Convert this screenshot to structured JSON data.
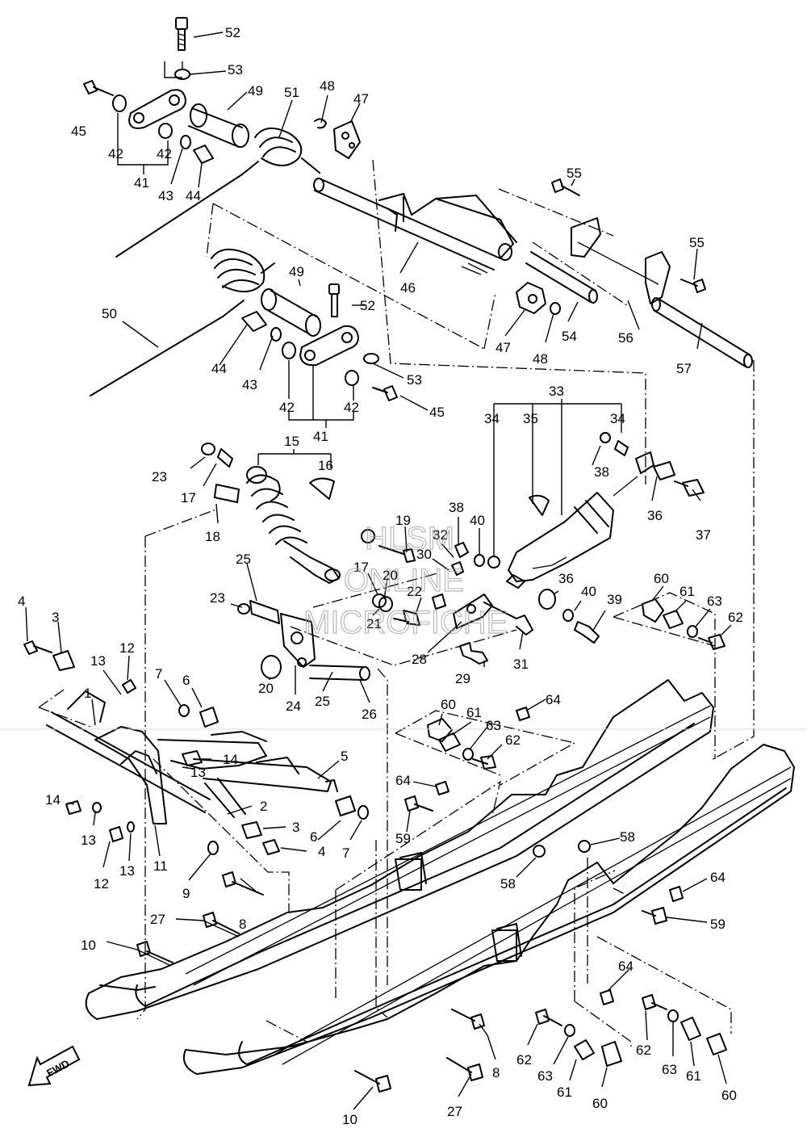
{
  "diagram": {
    "callouts": [
      {
        "id": "c52a",
        "text": "52"
      },
      {
        "id": "c53a",
        "text": "53"
      },
      {
        "id": "c45a",
        "text": "45"
      },
      {
        "id": "c42a",
        "text": "42"
      },
      {
        "id": "c42b",
        "text": "42"
      },
      {
        "id": "c41a",
        "text": "41"
      },
      {
        "id": "c43a",
        "text": "43"
      },
      {
        "id": "c44a",
        "text": "44"
      },
      {
        "id": "c49a",
        "text": "49"
      },
      {
        "id": "c51",
        "text": "51"
      },
      {
        "id": "c48a",
        "text": "48"
      },
      {
        "id": "c47a",
        "text": "47"
      },
      {
        "id": "c55a",
        "text": "55"
      },
      {
        "id": "c55b",
        "text": "55"
      },
      {
        "id": "c46",
        "text": "46"
      },
      {
        "id": "c47b",
        "text": "47"
      },
      {
        "id": "c48b",
        "text": "48"
      },
      {
        "id": "c54",
        "text": "54"
      },
      {
        "id": "c56",
        "text": "56"
      },
      {
        "id": "c57",
        "text": "57"
      },
      {
        "id": "c50",
        "text": "50"
      },
      {
        "id": "c49b",
        "text": "49"
      },
      {
        "id": "c52b",
        "text": "52"
      },
      {
        "id": "c44b",
        "text": "44"
      },
      {
        "id": "c43b",
        "text": "43"
      },
      {
        "id": "c42c",
        "text": "42"
      },
      {
        "id": "c42d",
        "text": "42"
      },
      {
        "id": "c53b",
        "text": "53"
      },
      {
        "id": "c45b",
        "text": "45"
      },
      {
        "id": "c41b",
        "text": "41"
      },
      {
        "id": "c33",
        "text": "33"
      },
      {
        "id": "c34a",
        "text": "34"
      },
      {
        "id": "c35",
        "text": "35"
      },
      {
        "id": "c34b",
        "text": "34"
      },
      {
        "id": "c38a",
        "text": "38"
      },
      {
        "id": "c36a",
        "text": "36"
      },
      {
        "id": "c37",
        "text": "37"
      },
      {
        "id": "c15",
        "text": "15"
      },
      {
        "id": "c16",
        "text": "16"
      },
      {
        "id": "c23a",
        "text": "23"
      },
      {
        "id": "c17a",
        "text": "17"
      },
      {
        "id": "c18",
        "text": "18"
      },
      {
        "id": "c19",
        "text": "19"
      },
      {
        "id": "c38b",
        "text": "38"
      },
      {
        "id": "c40a",
        "text": "40"
      },
      {
        "id": "c32",
        "text": "32"
      },
      {
        "id": "c30",
        "text": "30"
      },
      {
        "id": "c17b",
        "text": "17"
      },
      {
        "id": "c20a",
        "text": "20"
      },
      {
        "id": "c22",
        "text": "22"
      },
      {
        "id": "c21",
        "text": "21"
      },
      {
        "id": "c36b",
        "text": "36"
      },
      {
        "id": "c40b",
        "text": "40"
      },
      {
        "id": "c39",
        "text": "39"
      },
      {
        "id": "c25a",
        "text": "25"
      },
      {
        "id": "c23b",
        "text": "23"
      },
      {
        "id": "c20b",
        "text": "20"
      },
      {
        "id": "c24",
        "text": "24"
      },
      {
        "id": "c25b",
        "text": "25"
      },
      {
        "id": "c26",
        "text": "26"
      },
      {
        "id": "c28",
        "text": "28"
      },
      {
        "id": "c29",
        "text": "29"
      },
      {
        "id": "c31",
        "text": "31"
      },
      {
        "id": "c60a",
        "text": "60"
      },
      {
        "id": "c61a",
        "text": "61"
      },
      {
        "id": "c63a",
        "text": "63"
      },
      {
        "id": "c62a",
        "text": "62"
      },
      {
        "id": "c4a",
        "text": "4"
      },
      {
        "id": "c3a",
        "text": "3"
      },
      {
        "id": "c12a",
        "text": "12"
      },
      {
        "id": "c13a",
        "text": "13"
      },
      {
        "id": "c7a",
        "text": "7"
      },
      {
        "id": "c6a",
        "text": "6"
      },
      {
        "id": "c1",
        "text": "1"
      },
      {
        "id": "c14a",
        "text": "14"
      },
      {
        "id": "c13b",
        "text": "13"
      },
      {
        "id": "c5",
        "text": "5"
      },
      {
        "id": "c14b",
        "text": "14"
      },
      {
        "id": "c2",
        "text": "2"
      },
      {
        "id": "c3b",
        "text": "3"
      },
      {
        "id": "c6b",
        "text": "6"
      },
      {
        "id": "c7b",
        "text": "7"
      },
      {
        "id": "c4b",
        "text": "4"
      },
      {
        "id": "c13c",
        "text": "13"
      },
      {
        "id": "c12b",
        "text": "12"
      },
      {
        "id": "c13d",
        "text": "13"
      },
      {
        "id": "c11",
        "text": "11"
      },
      {
        "id": "c9",
        "text": "9"
      },
      {
        "id": "c60b",
        "text": "60"
      },
      {
        "id": "c61b",
        "text": "61"
      },
      {
        "id": "c63b",
        "text": "63"
      },
      {
        "id": "c62b",
        "text": "62"
      },
      {
        "id": "c64a",
        "text": "64"
      },
      {
        "id": "c64b",
        "text": "64"
      },
      {
        "id": "c59a",
        "text": "59"
      },
      {
        "id": "c58a",
        "text": "58"
      },
      {
        "id": "c58b",
        "text": "58"
      },
      {
        "id": "c64c",
        "text": "64"
      },
      {
        "id": "c59b",
        "text": "59"
      },
      {
        "id": "c8a",
        "text": "8"
      },
      {
        "id": "c27a",
        "text": "27"
      },
      {
        "id": "c10a",
        "text": "10"
      },
      {
        "id": "c64d",
        "text": "64"
      },
      {
        "id": "c62c",
        "text": "62"
      },
      {
        "id": "c63c",
        "text": "63"
      },
      {
        "id": "c61c",
        "text": "61"
      },
      {
        "id": "c60c",
        "text": "60"
      },
      {
        "id": "c62d",
        "text": "62"
      },
      {
        "id": "c63d",
        "text": "63"
      },
      {
        "id": "c61d",
        "text": "61"
      },
      {
        "id": "c60d",
        "text": "60"
      },
      {
        "id": "c8b",
        "text": "8"
      },
      {
        "id": "c27b",
        "text": "27"
      },
      {
        "id": "c10b",
        "text": "10"
      }
    ],
    "watermark": [
      "HLSM",
      "ONLINE",
      "MICROFICHE"
    ],
    "fwd_label": "FWD"
  }
}
